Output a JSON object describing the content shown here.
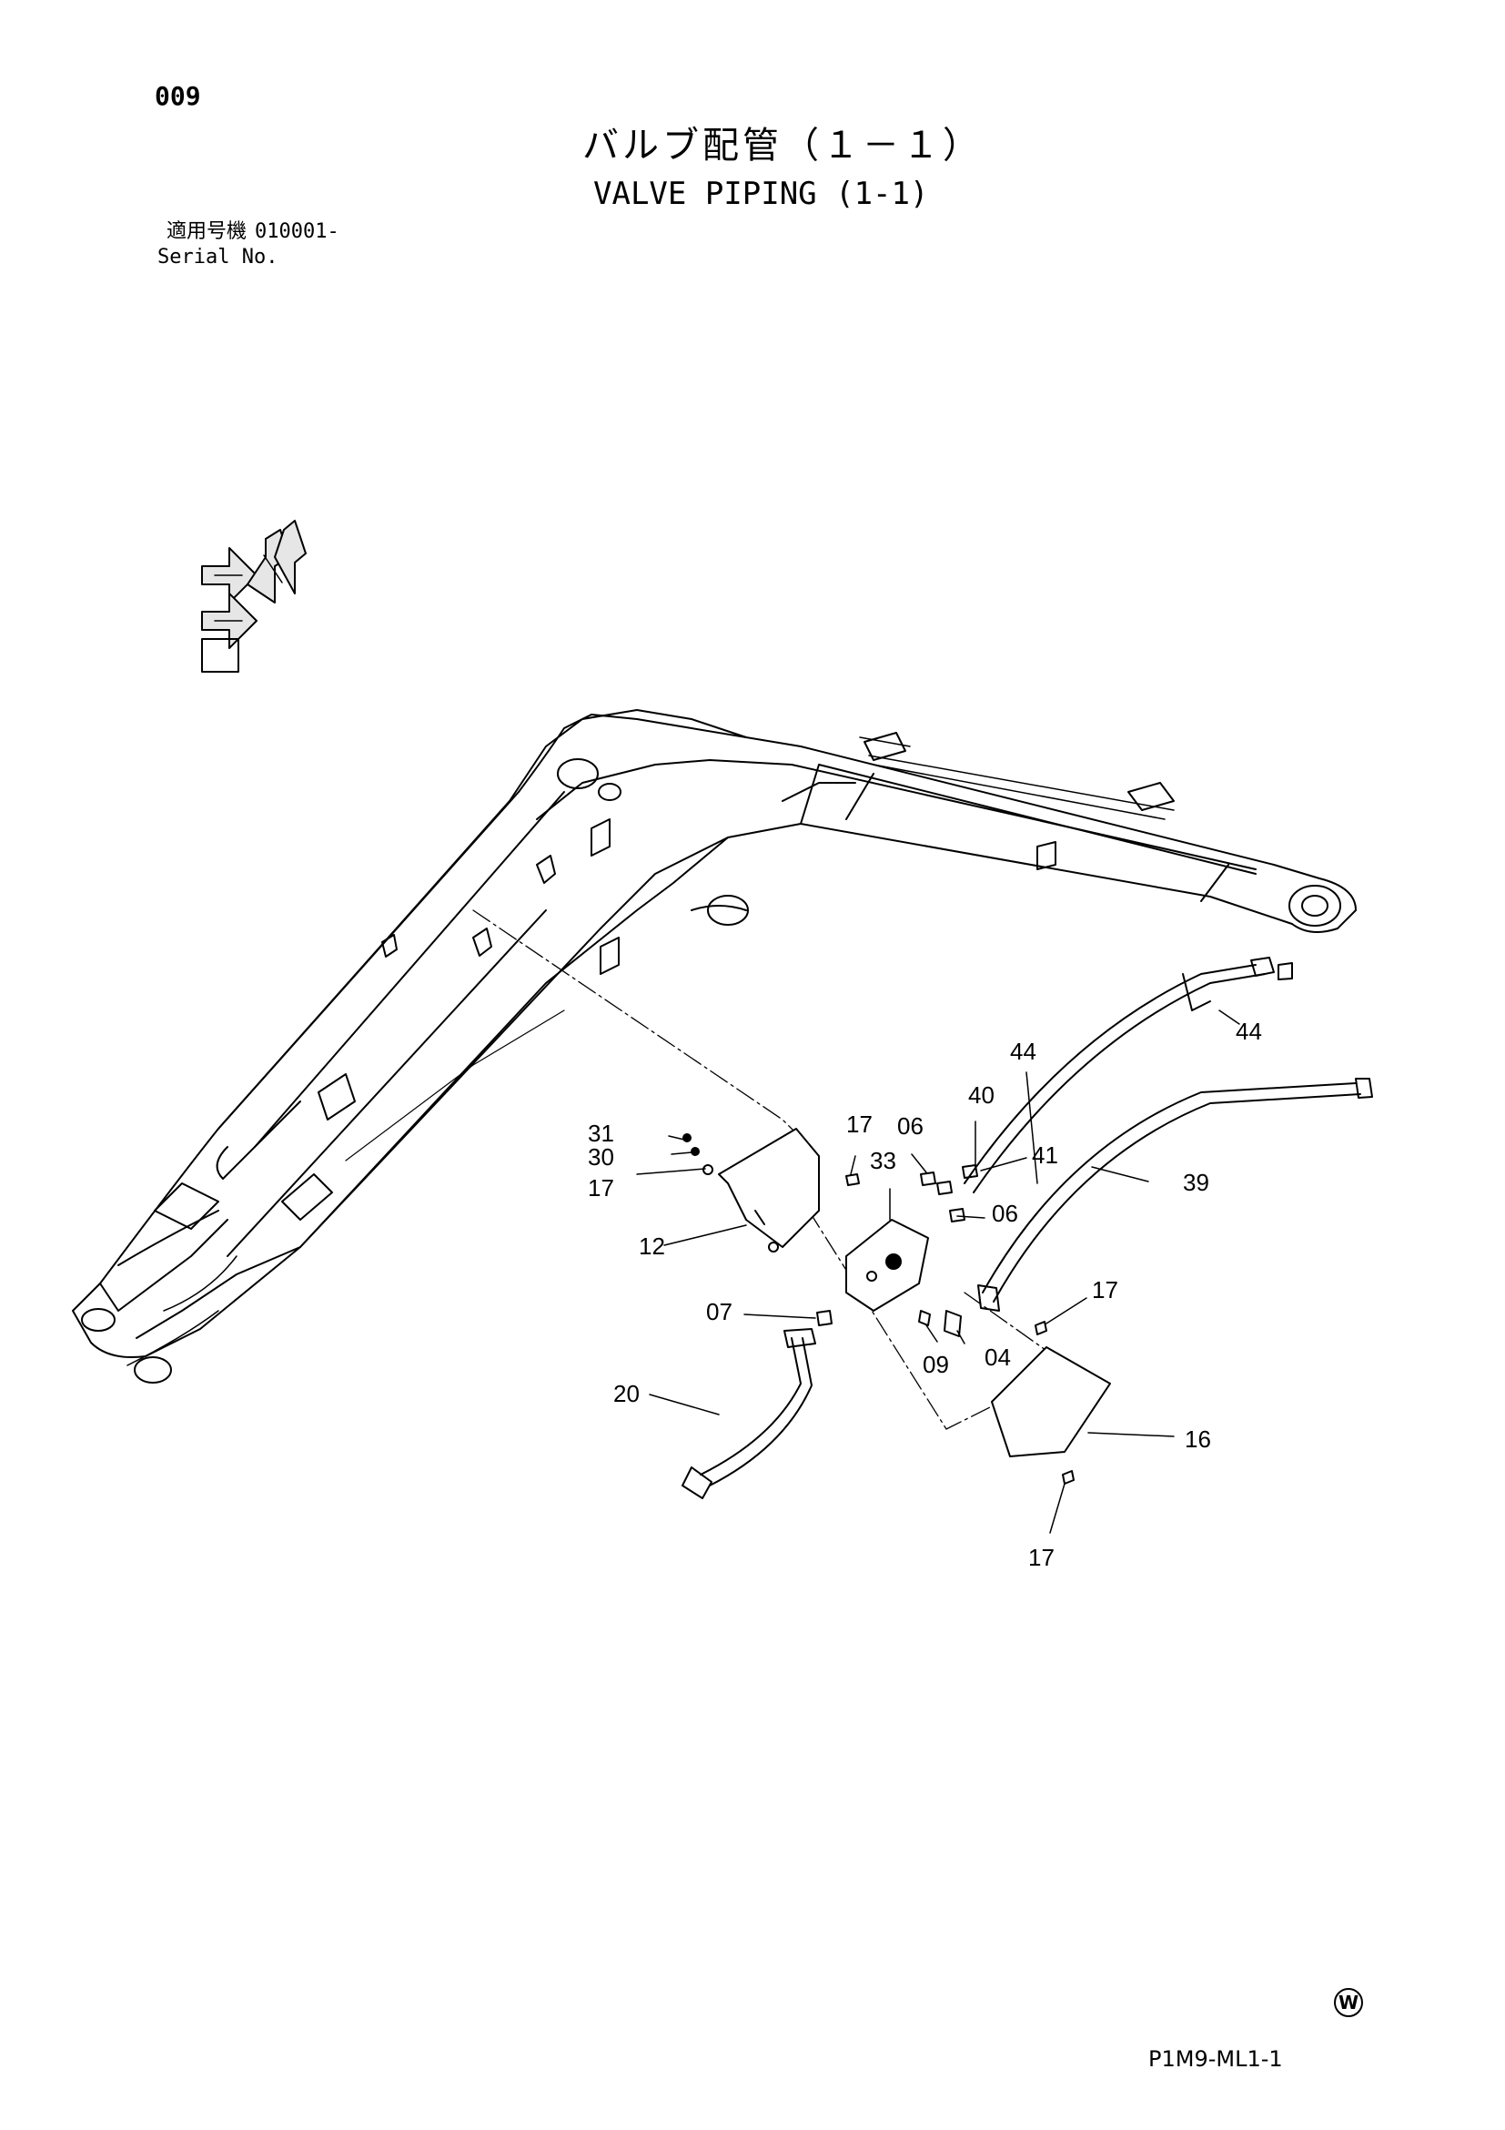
{
  "header": {
    "page_number": "009",
    "title_jp": "バルブ配管（１－１）",
    "title_en": "VALVE PIPING (1-1)",
    "serial_label_jp": "適用号機",
    "serial_value": "010001-",
    "serial_label_en": "Serial No."
  },
  "footer": {
    "doc_code": "P1M9-ML1-1",
    "mark": "W"
  },
  "callouts": [
    {
      "id": "44a",
      "text": "44"
    },
    {
      "id": "44b",
      "text": "44"
    },
    {
      "id": "40",
      "text": "40"
    },
    {
      "id": "41",
      "text": "41"
    },
    {
      "id": "39",
      "text": "39"
    },
    {
      "id": "31",
      "text": "31"
    },
    {
      "id": "30",
      "text": "30"
    },
    {
      "id": "17a",
      "text": "17"
    },
    {
      "id": "17b",
      "text": "17"
    },
    {
      "id": "06a",
      "text": "06"
    },
    {
      "id": "06b",
      "text": "06"
    },
    {
      "id": "33",
      "text": "33"
    },
    {
      "id": "12",
      "text": "12"
    },
    {
      "id": "07",
      "text": "07"
    },
    {
      "id": "09",
      "text": "09"
    },
    {
      "id": "04",
      "text": "04"
    },
    {
      "id": "17c",
      "text": "17"
    },
    {
      "id": "16",
      "text": "16"
    },
    {
      "id": "20",
      "text": "20"
    },
    {
      "id": "17d",
      "text": "17"
    }
  ]
}
